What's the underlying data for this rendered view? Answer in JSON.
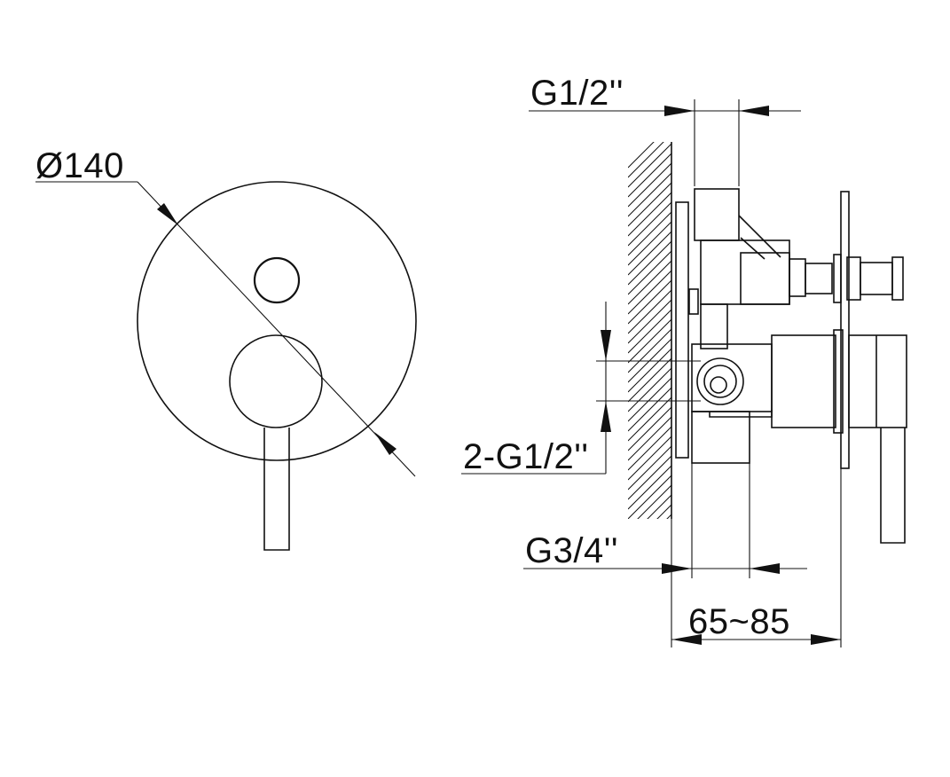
{
  "front_view": {
    "diameter_label": "Ø140"
  },
  "side_view": {
    "top_inlet_label": "G1/2''",
    "side_outlets_label": "2-G1/2''",
    "bottom_inlet_label": "G3/4''",
    "depth_range_label": "65~85"
  },
  "colors": {
    "line": "#111111",
    "background": "#ffffff"
  }
}
